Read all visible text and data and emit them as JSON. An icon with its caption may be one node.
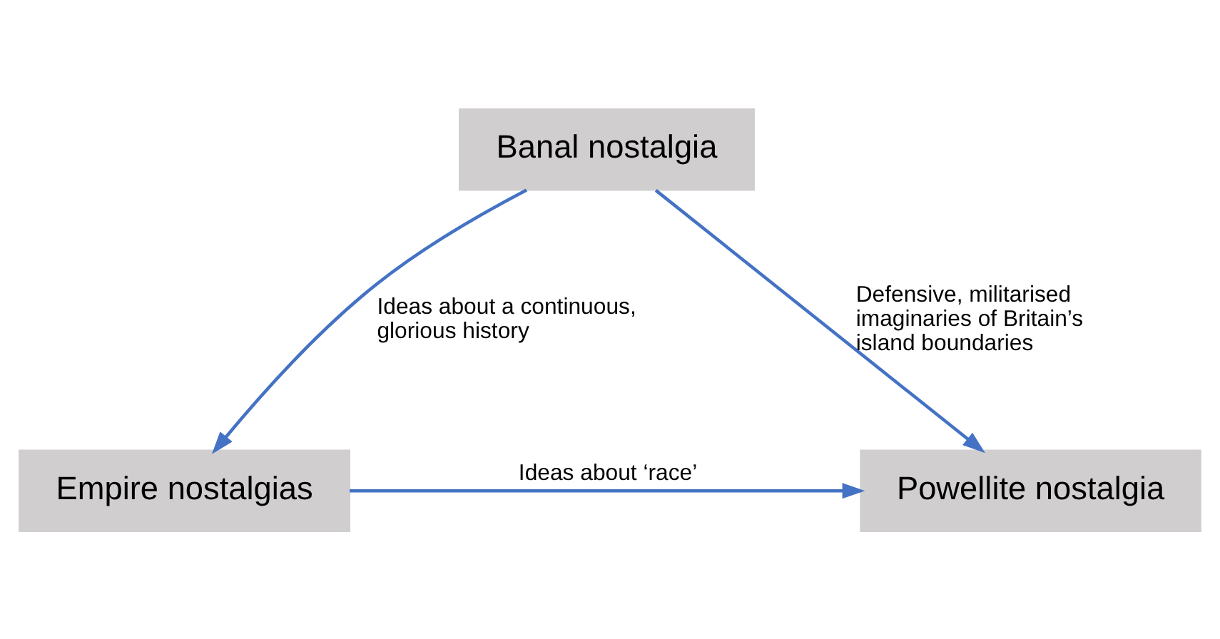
{
  "diagram": {
    "nodes": [
      {
        "text": [
          "Banal nostalgia"
        ]
      },
      {
        "text": [
          "Empire nostalgias"
        ]
      },
      {
        "text": [
          "Powellite nostalgia"
        ]
      }
    ],
    "edges": [
      {
        "from": 0,
        "to": 1,
        "arrow": "to",
        "label": "Ideas about a continuous, glorious history"
      },
      {
        "from": 0,
        "to": 2,
        "arrow": "to",
        "label": "Defensive, militarised imaginaries of Britain’s island boundaries"
      },
      {
        "from": 1,
        "to": 2,
        "arrow": "to",
        "label": "Ideas about ‘race’"
      }
    ]
  }
}
